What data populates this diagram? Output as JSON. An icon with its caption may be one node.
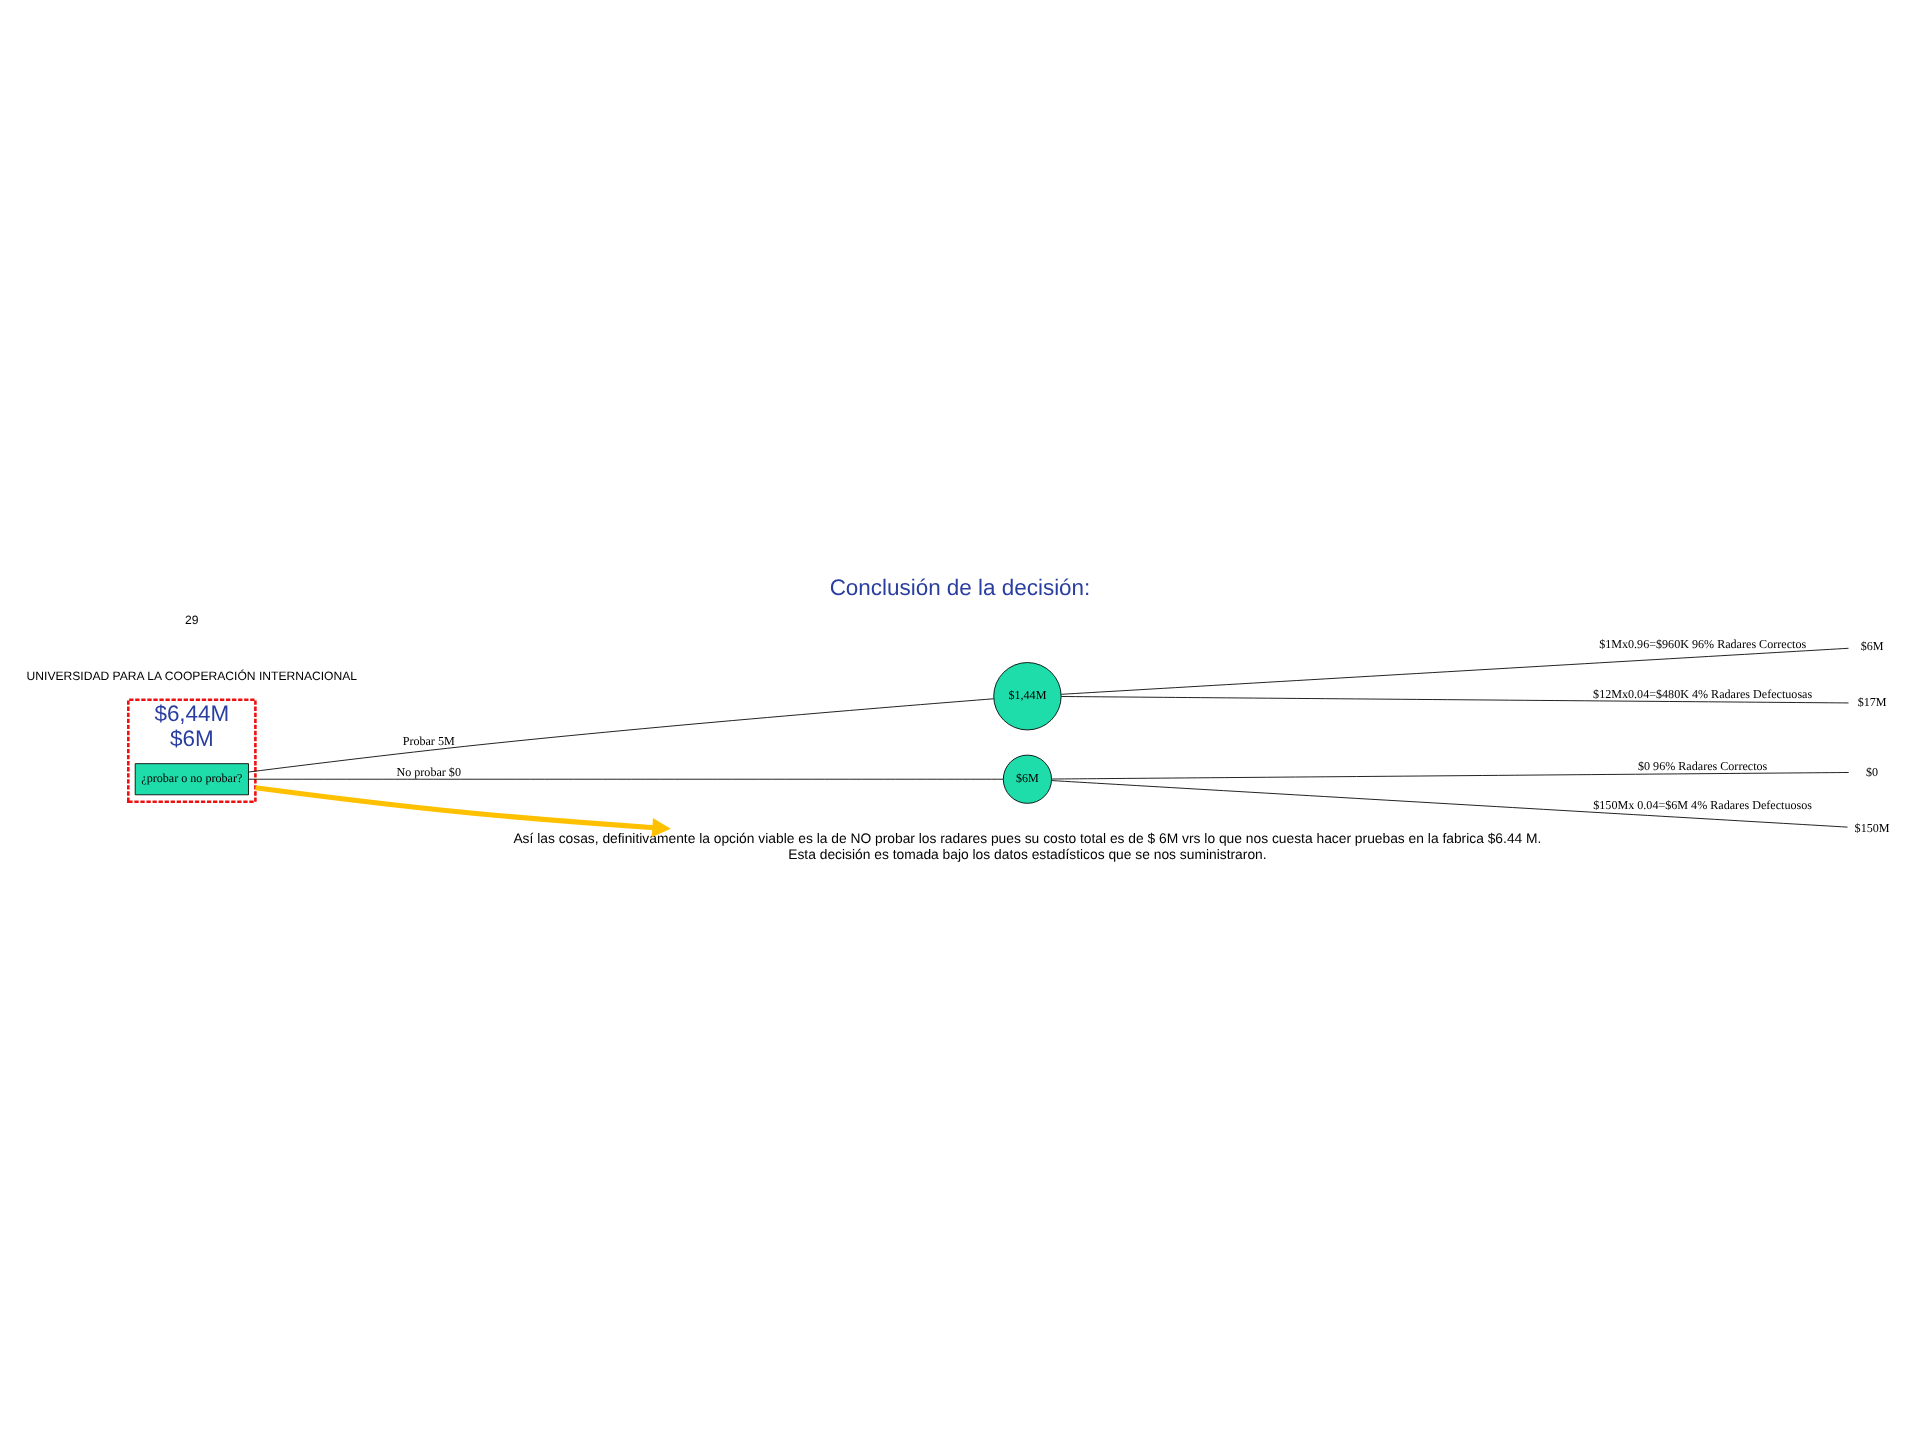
{
  "diagram": {
    "title": "Conclusión de la decisión:",
    "nodes": [
      {
        "text": [
          "$6,44M",
          "$6M"
        ]
      },
      {
        "text": [
          "¿probar o no probar?"
        ],
        "in": 0
      },
      {
        "text": [
          "$1,44M"
        ]
      },
      {
        "text": [
          "$6M"
        ]
      },
      {
        "text": [
          "$6M"
        ]
      },
      {
        "text": [
          "$17M"
        ]
      },
      {
        "text": [
          "$0"
        ]
      },
      {
        "text": [
          "$150M"
        ]
      },
      {
        "text": [
          "Así las cosas, definitivamente la opción viable es la de NO probar los radares pues su costo total es de $ 6M vrs lo que nos cuesta hacer pruebas en la fabrica $6.44 M.",
          "Esta decisión es tomada bajo los datos estadísticos que se nos suministraron."
        ]
      }
    ],
    "edges": [
      {
        "from": 1,
        "to": 2,
        "arrow": "none",
        "label": "Probar 5M"
      },
      {
        "from": 1,
        "to": 3,
        "arrow": "none",
        "label": "No probar $0"
      },
      {
        "from": 2,
        "to": 4,
        "arrow": "none",
        "label": "$1Mx0.96=$960K 96% Radares Correctos"
      },
      {
        "from": 2,
        "to": 5,
        "arrow": "none",
        "label": "$12Mx0.04=$480K 4% Radares Defectuosas"
      },
      {
        "from": 3,
        "to": 6,
        "arrow": "none",
        "label": "$0 96% Radares Correctos"
      },
      {
        "from": 3,
        "to": 7,
        "arrow": "none",
        "label": "$150Mx 0.04=$6M 4% Radares Defectuosos"
      },
      {
        "from": 0,
        "to": 8,
        "arrow": "to",
        "style": "thick",
        "color": "#ffc000"
      }
    ],
    "labels": [
      "UNIVERSIDAD PARA LA COOPERACIÓN INTERNACIONAL",
      "29"
    ]
  }
}
